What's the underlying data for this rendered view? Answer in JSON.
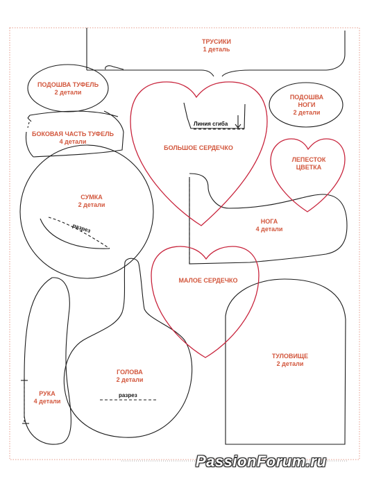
{
  "colors": {
    "outline": "#1a1a1a",
    "heart": "#c8243c",
    "label": "#d2563c",
    "border": "#e49a8a"
  },
  "labels": {
    "trusiki_name": "ТРУСИКИ",
    "trusiki_count": "1 деталь",
    "podoshva_tufel_name": "ПОДОШВА ТУФЕЛЬ",
    "podoshva_tufel_count": "2 детали",
    "podoshva_nogi_name1": "ПОДОШВА",
    "podoshva_nogi_name2": "НОГИ",
    "podoshva_nogi_count": "2 детали",
    "fold_line": "Линия сгиба",
    "bokovaya_name": "БОКОВАЯ ЧАСТЬ ТУФЕЛЬ",
    "bokovaya_count": "4 детали",
    "big_heart": "БОЛЬШОЕ СЕРДЕЧКО",
    "petal_name1": "ЛЕПЕСТОК",
    "petal_name2": "ЦВЕТКА",
    "bag_name": "СУМКА",
    "bag_count": "2 детали",
    "cut_bag": "разрез",
    "leg_name": "НОГА",
    "leg_count": "4 детали",
    "small_heart": "МАЛОЕ СЕРДЕЧКО",
    "torso_name": "ТУЛОВИЩЕ",
    "torso_count": "2 детали",
    "head_name": "ГОЛОВА",
    "head_count": "2 детали",
    "cut_head": "разрез",
    "arm_name": "РУКА",
    "arm_count": "4 детали"
  },
  "watermark": "PassionForum.ru"
}
